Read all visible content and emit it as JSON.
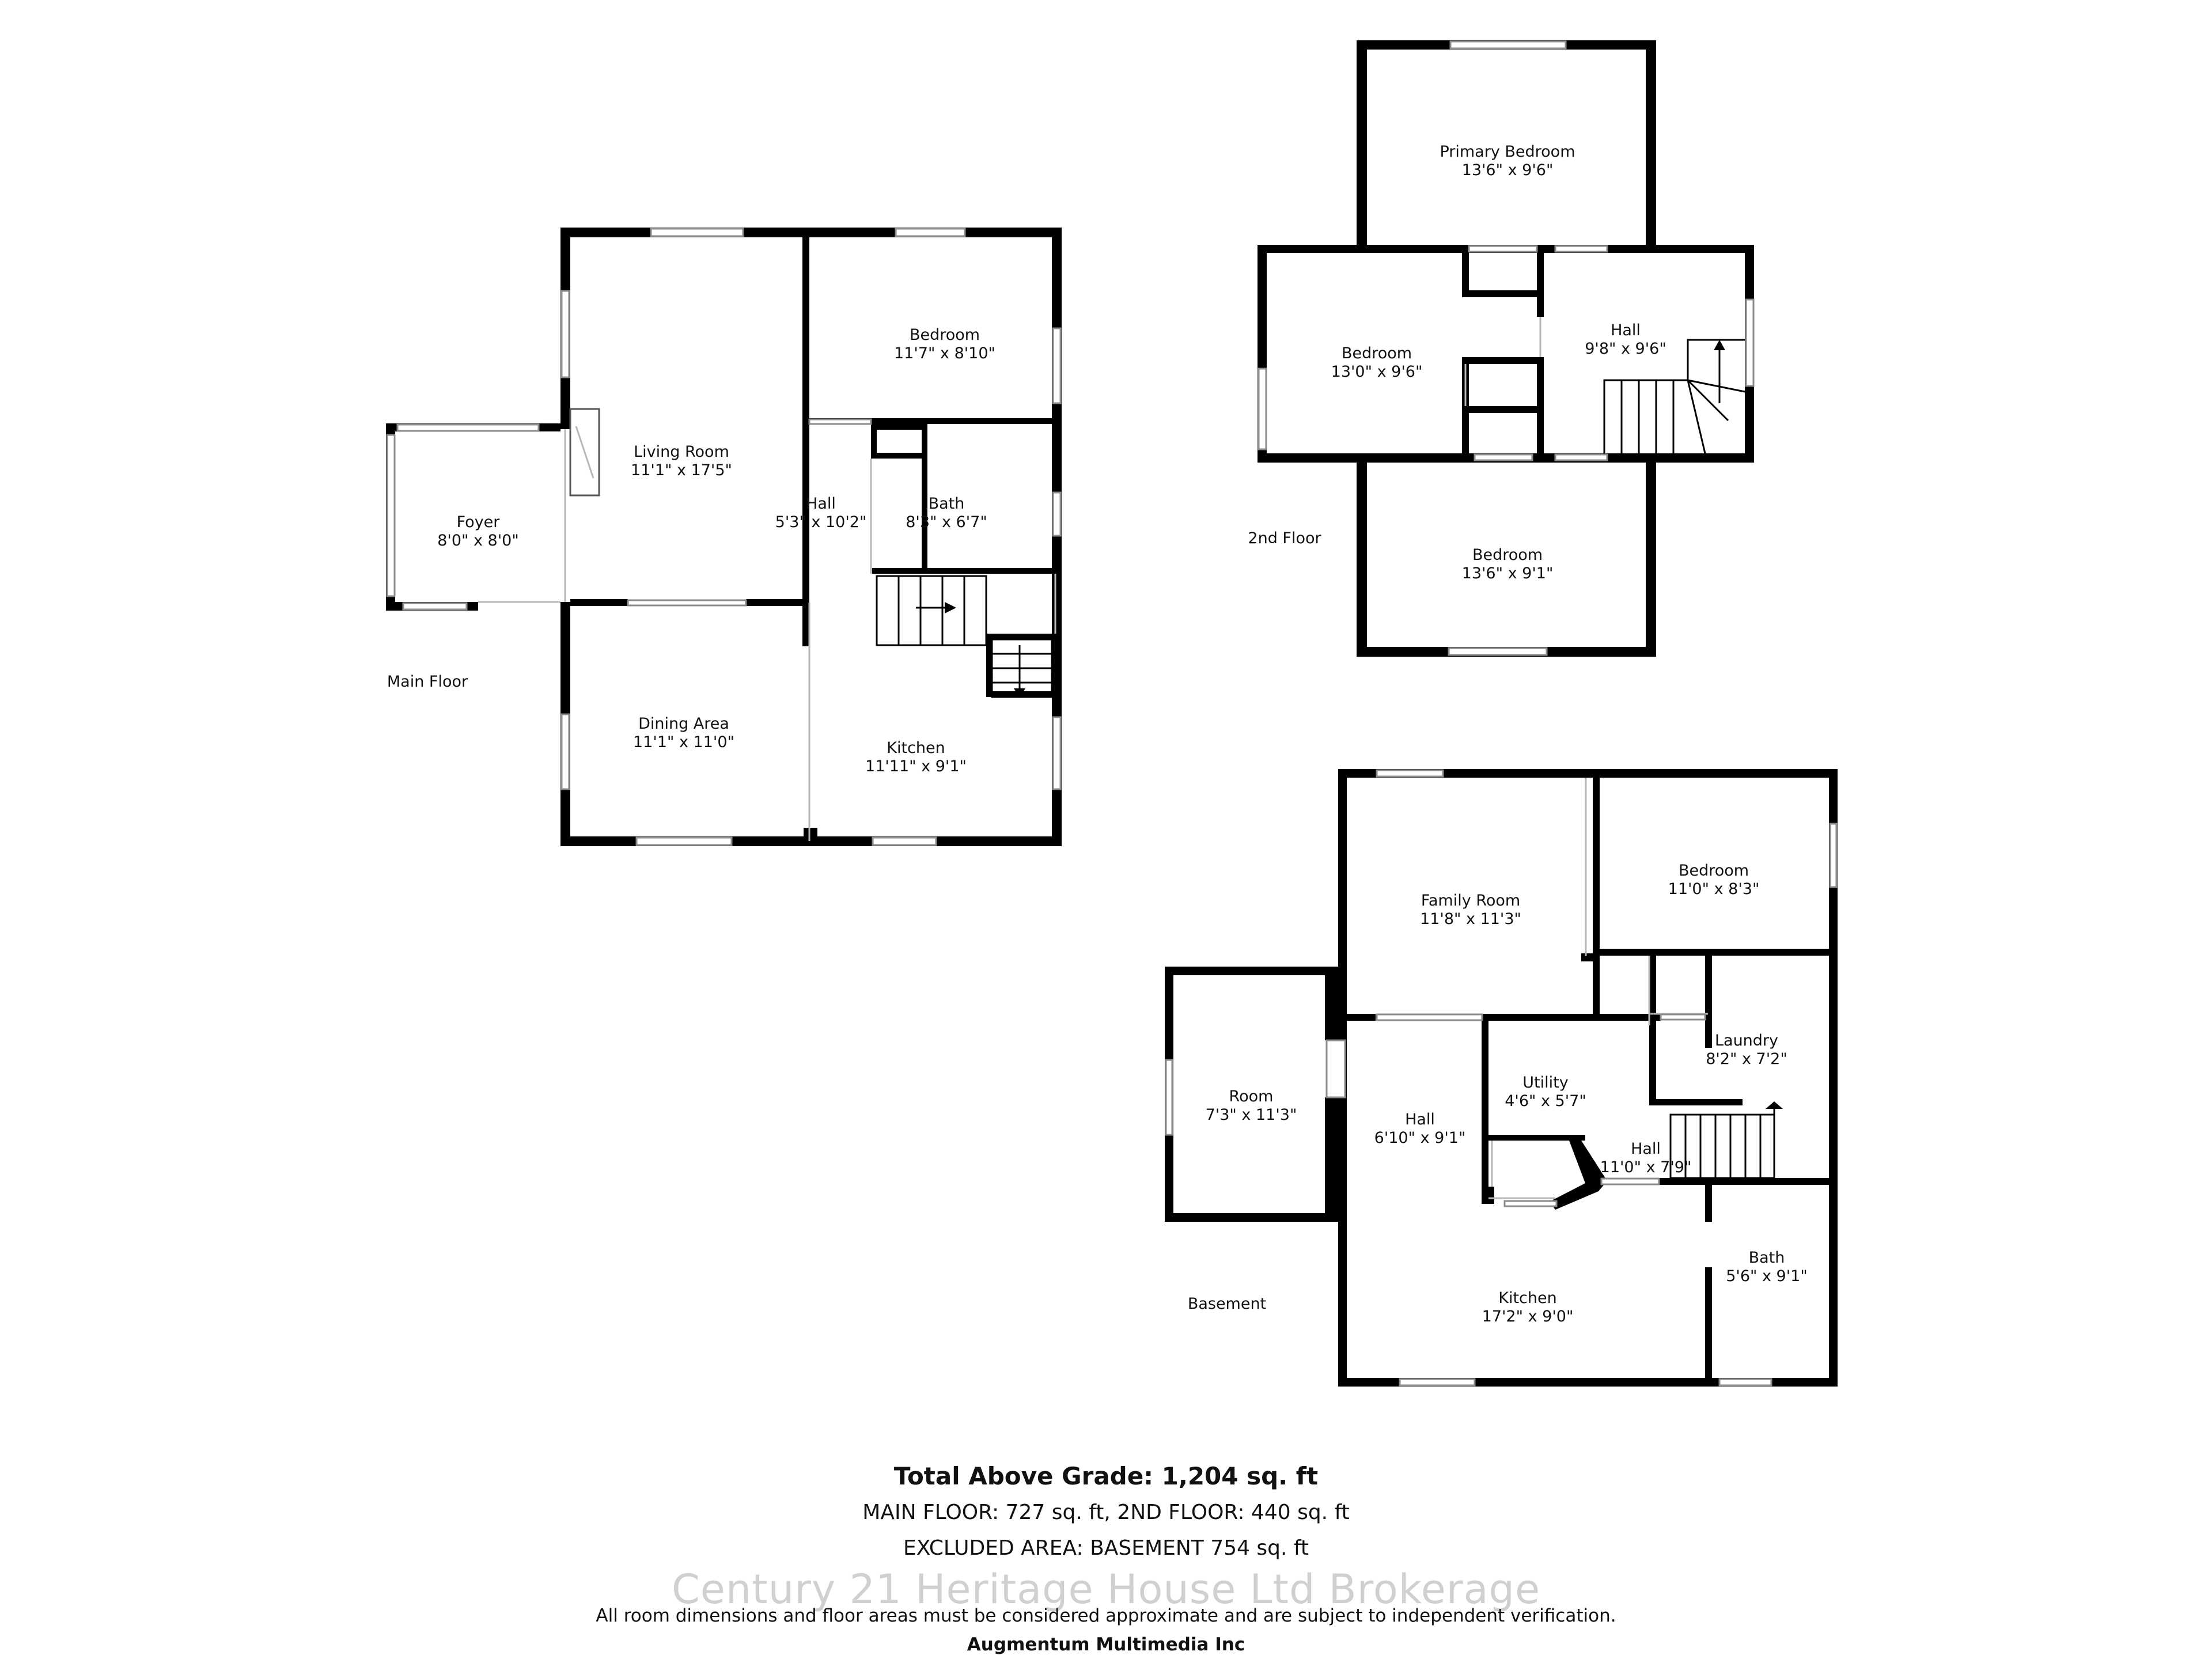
{
  "floors": {
    "main": {
      "label": "Main Floor",
      "rooms": {
        "foyer": {
          "name": "Foyer",
          "dim": "8'0\" x 8'0\""
        },
        "living": {
          "name": "Living Room",
          "dim": "11'1\" x 17'5\""
        },
        "bedroom": {
          "name": "Bedroom",
          "dim": "11'7\" x 8'10\""
        },
        "hall": {
          "name": "Hall",
          "dim": "5'3\" x 10'2\""
        },
        "bath": {
          "name": "Bath",
          "dim": "8'3\" x 6'7\""
        },
        "dining": {
          "name": "Dining Area",
          "dim": "11'1\" x 11'0\""
        },
        "kitchen": {
          "name": "Kitchen",
          "dim": "11'11\" x 9'1\""
        }
      }
    },
    "second": {
      "label": "2nd Floor",
      "rooms": {
        "primary": {
          "name": "Primary Bedroom",
          "dim": "13'6\" x 9'6\""
        },
        "bedroom_w": {
          "name": "Bedroom",
          "dim": "13'0\" x 9'6\""
        },
        "hall": {
          "name": "Hall",
          "dim": "9'8\" x 9'6\""
        },
        "bedroom_s": {
          "name": "Bedroom",
          "dim": "13'6\" x 9'1\""
        }
      }
    },
    "basement": {
      "label": "Basement",
      "rooms": {
        "family": {
          "name": "Family Room",
          "dim": "11'8\" x 11'3\""
        },
        "bedroom": {
          "name": "Bedroom",
          "dim": "11'0\" x 8'3\""
        },
        "room": {
          "name": "Room",
          "dim": "7'3\" x 11'3\""
        },
        "hall_w": {
          "name": "Hall",
          "dim": "6'10\" x 9'1\""
        },
        "utility": {
          "name": "Utility",
          "dim": "4'6\" x 5'7\""
        },
        "laundry": {
          "name": "Laundry",
          "dim": "8'2\" x 7'2\""
        },
        "hall_e": {
          "name": "Hall",
          "dim": "11'0\" x 7'9\""
        },
        "bath": {
          "name": "Bath",
          "dim": "5'6\" x 9'1\""
        },
        "kitchen": {
          "name": "Kitchen",
          "dim": "17'2\" x 9'0\""
        }
      }
    }
  },
  "footer": {
    "total": "Total Above Grade: 1,204 sq. ft",
    "areas": "MAIN FLOOR: 727 sq. ft, 2ND FLOOR: 440 sq. ft",
    "excluded": "EXCLUDED AREA: BASEMENT 754 sq. ft",
    "watermark": "Century 21 Heritage House Ltd Brokerage",
    "disclaimer": "All room dimensions and floor areas must be considered approximate and are subject to independent verification.",
    "credit": "Augmentum Multimedia Inc"
  }
}
